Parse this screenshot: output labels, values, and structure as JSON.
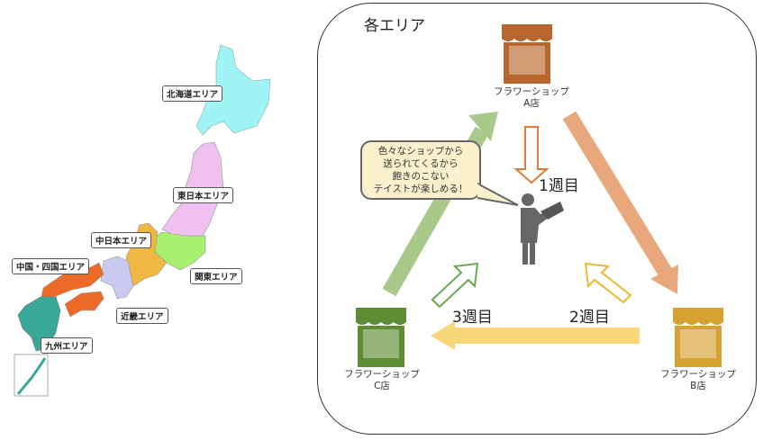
{
  "map": {
    "labels": {
      "hokkaido": "北海道エリア",
      "higashi_nihon": "東日本エリア",
      "naka_nihon": "中日本エリア",
      "chugoku_shikoku": "中国・四国エリア",
      "kanto": "関東エリア",
      "kinki": "近畿エリア",
      "kyushu": "九州エリア"
    }
  },
  "panel": {
    "title": "各エリア",
    "shops": [
      {
        "name": "フラワーショップ",
        "branch": "A店",
        "color": "#b8662c"
      },
      {
        "name": "フラワーショップ",
        "branch": "B店",
        "color": "#d6a232"
      },
      {
        "name": "フラワーショップ",
        "branch": "C店",
        "color": "#5e8c33"
      }
    ],
    "weeks": [
      "1週目",
      "2週目",
      "3週目"
    ],
    "bubble": [
      "色々なショップから",
      "送られてくるから",
      "飽きのこない",
      "テイストが楽しめる！"
    ]
  },
  "colors": {
    "arrow_green": "#a8c98a",
    "arrow_orange": "#e8a87c",
    "arrow_yellow": "#f7d77a"
  }
}
